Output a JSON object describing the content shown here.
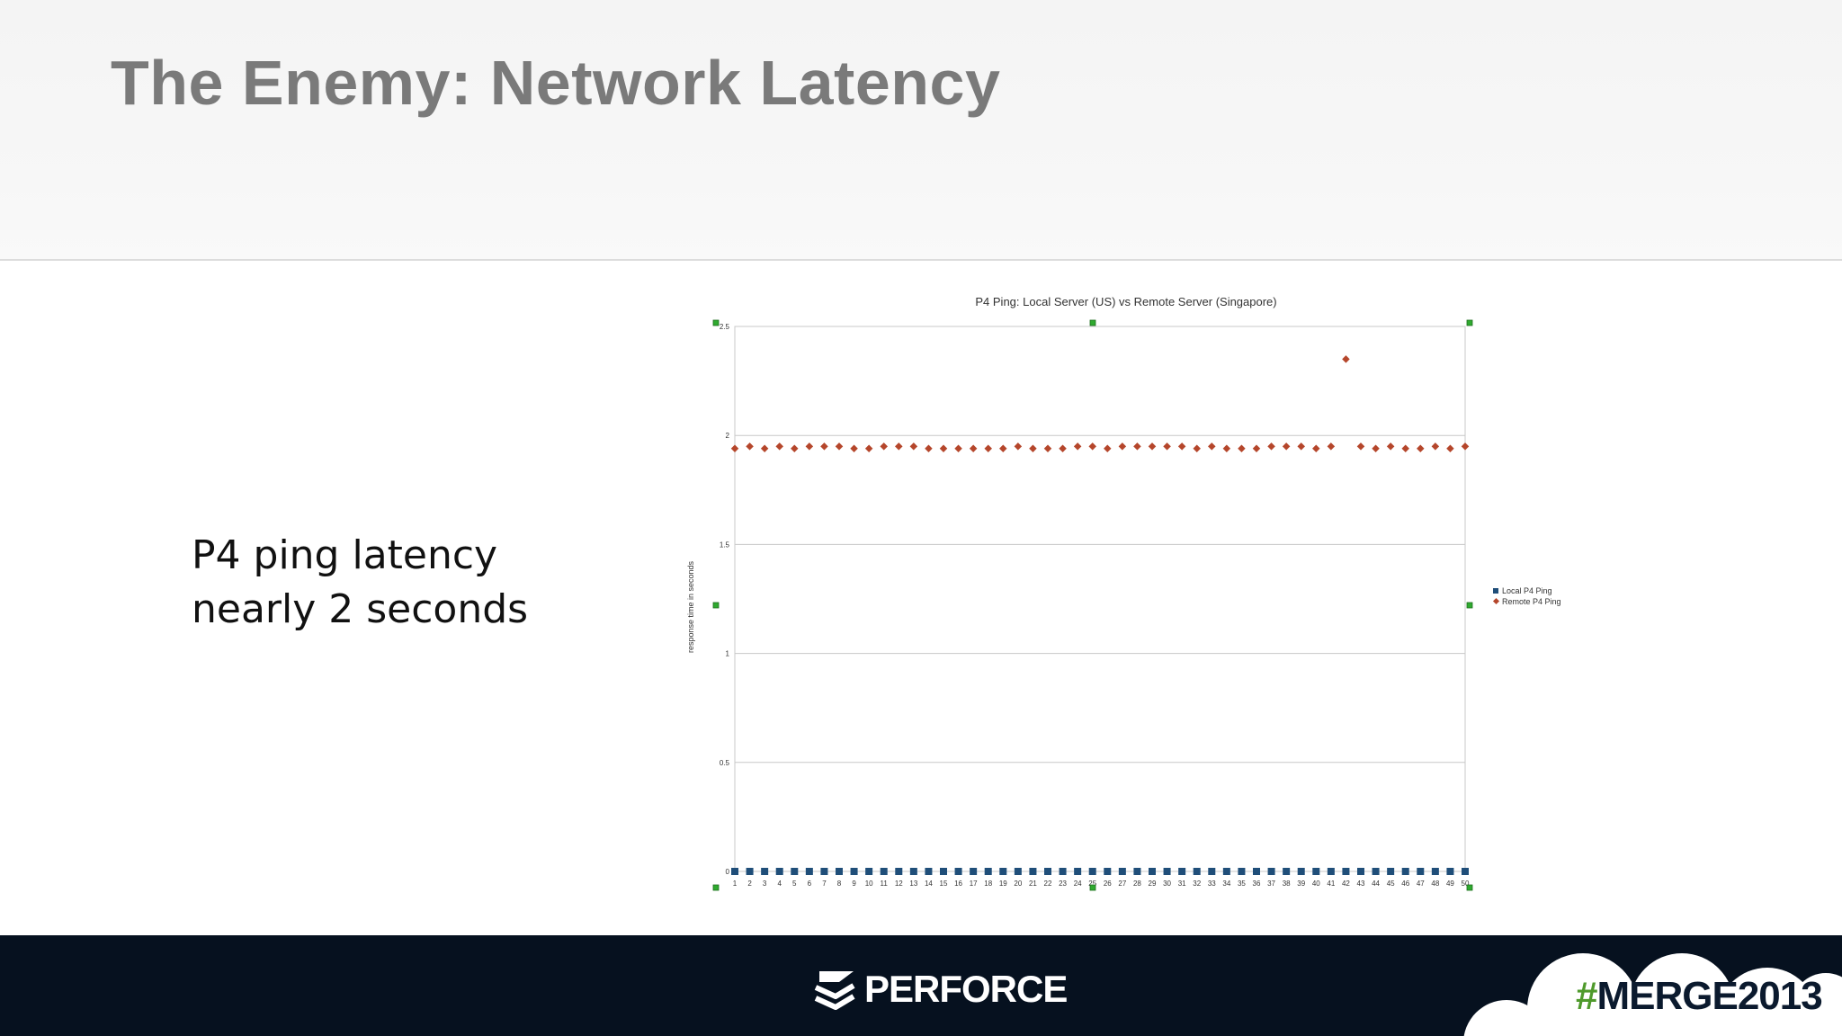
{
  "slide": {
    "title": "The Enemy: Network Latency",
    "body_lines": [
      "P4 ping latency",
      "nearly 2 seconds"
    ]
  },
  "footer": {
    "brand": "PERFORCE",
    "hashtag_symbol": "#",
    "hashtag_text": "MERGE2013"
  },
  "colors": {
    "title": "#7a7a7a",
    "footer_bg": "#06111f",
    "local_series": "#1f4e79",
    "remote_series": "#b5462b",
    "selection_handle": "#2faa2f",
    "hashtag_accent": "#4f9a2c"
  },
  "icons": {
    "brand_logo": "perforce-stack-icon",
    "cloud": "cloud-shape"
  },
  "chart_data": {
    "type": "scatter",
    "title": "P4 Ping: Local Server (US) vs Remote Server (Singapore)",
    "xlabel": "",
    "ylabel": "response time in seconds",
    "ylim": [
      0,
      2.5
    ],
    "yticks": [
      "0",
      "0.5",
      "1",
      "1.5",
      "2",
      "2.5"
    ],
    "categories": [
      "1",
      "2",
      "3",
      "4",
      "5",
      "6",
      "7",
      "8",
      "9",
      "10",
      "11",
      "12",
      "13",
      "14",
      "15",
      "16",
      "17",
      "18",
      "19",
      "20",
      "21",
      "22",
      "23",
      "24",
      "25",
      "26",
      "27",
      "28",
      "29",
      "30",
      "31",
      "32",
      "33",
      "34",
      "35",
      "36",
      "37",
      "38",
      "39",
      "40",
      "41",
      "42",
      "43",
      "44",
      "45",
      "46",
      "47",
      "48",
      "49",
      "50"
    ],
    "grid": true,
    "legend_position": "right",
    "series": [
      {
        "name": "Local P4 Ping",
        "marker": "square",
        "values": [
          0,
          0,
          0,
          0,
          0,
          0,
          0,
          0,
          0,
          0,
          0,
          0,
          0,
          0,
          0,
          0,
          0,
          0,
          0,
          0,
          0,
          0,
          0,
          0,
          0,
          0,
          0,
          0,
          0,
          0,
          0,
          0,
          0,
          0,
          0,
          0,
          0,
          0,
          0,
          0,
          0,
          0,
          0,
          0,
          0,
          0,
          0,
          0,
          0,
          0
        ]
      },
      {
        "name": "Remote P4 Ping",
        "marker": "diamond",
        "values": [
          1.94,
          1.95,
          1.94,
          1.95,
          1.94,
          1.95,
          1.95,
          1.95,
          1.94,
          1.94,
          1.95,
          1.95,
          1.95,
          1.94,
          1.94,
          1.94,
          1.94,
          1.94,
          1.94,
          1.95,
          1.94,
          1.94,
          1.94,
          1.95,
          1.95,
          1.94,
          1.95,
          1.95,
          1.95,
          1.95,
          1.95,
          1.94,
          1.95,
          1.94,
          1.94,
          1.94,
          1.95,
          1.95,
          1.95,
          1.94,
          1.95,
          2.35,
          1.95,
          1.94,
          1.95,
          1.94,
          1.94,
          1.95,
          1.94,
          1.95
        ]
      }
    ]
  }
}
